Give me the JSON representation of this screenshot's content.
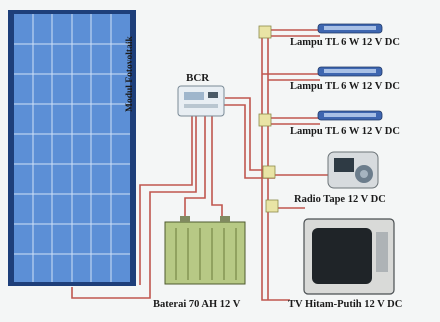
{
  "labels": {
    "panel": "Modul Fotovoltaik",
    "bcr": "BCR",
    "lamps": [
      "Lampu TL 6 W 12 V DC",
      "Lampu TL 6 W 12 V DC",
      "Lampu TL 6 W 12 V DC"
    ],
    "radio": "Radio Tape 12 V DC",
    "battery": "Baterai 70 AH 12 V",
    "tv": "TV Hitam-Putih 12 V DC"
  },
  "colors": {
    "wire": "#c0564f",
    "panel_cell": "#3f74c4",
    "panel_frame": "#1e3f7a",
    "battery": "#b7c985",
    "lamp_tube": "#3e66b0",
    "tv_body": "#d9dad8"
  }
}
